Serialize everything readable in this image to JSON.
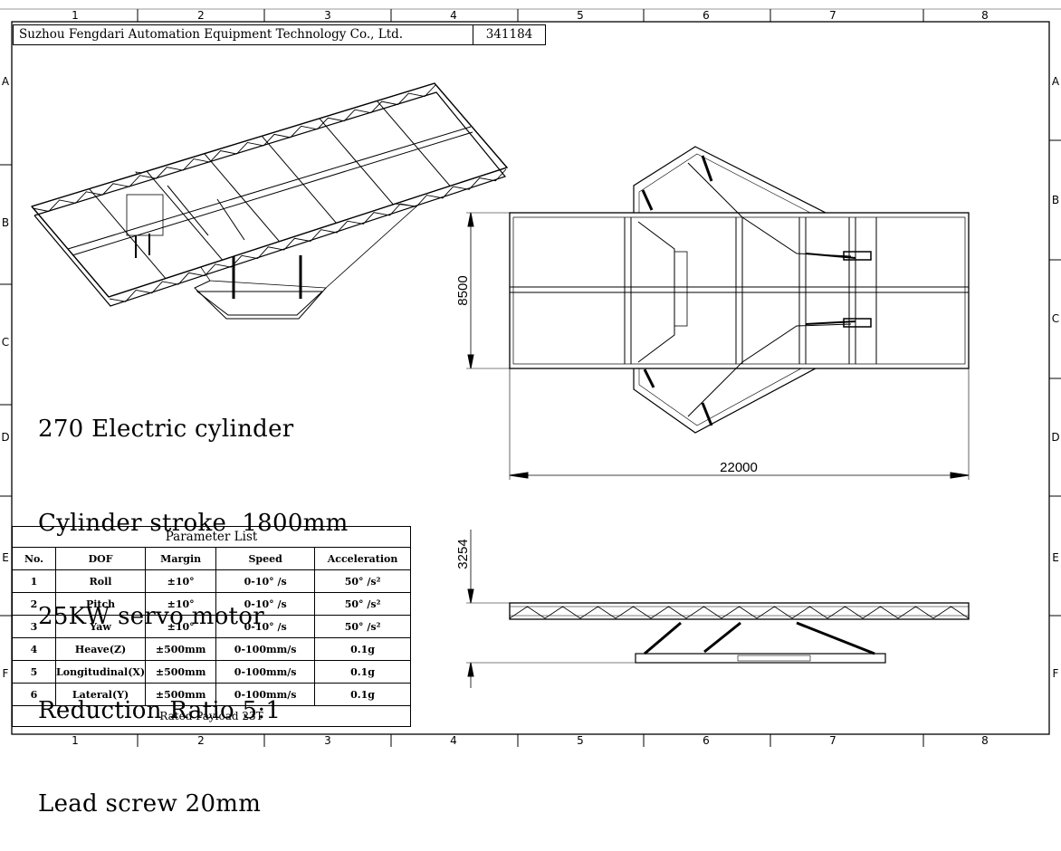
{
  "title_block": {
    "company": "Suzhou Fengdari Automation Equipment Technology Co., Ltd.",
    "drawing_number": "341184"
  },
  "grid": {
    "columns": [
      "1",
      "2",
      "3",
      "4",
      "5",
      "6",
      "7",
      "8"
    ],
    "rows": [
      "A",
      "B",
      "C",
      "D",
      "E",
      "F"
    ]
  },
  "specs": [
    "270 Electric cylinder",
    "Cylinder stroke  1800mm",
    "25KW servo motor",
    "Reduction Ratio 5:1",
    "Lead screw 20mm"
  ],
  "dimensions": {
    "width": "22000",
    "depth": "8500",
    "height": "3254"
  },
  "parameter_table": {
    "title": "Parameter List",
    "headers": [
      "No.",
      "DOF",
      "Margin",
      "Speed",
      "Acceleration"
    ],
    "rows": [
      [
        "1",
        "Roll",
        "±10°",
        "0-10° /s",
        "50° /s²"
      ],
      [
        "2",
        "Pitch",
        "±10°",
        "0-10° /s",
        "50° /s²"
      ],
      [
        "3",
        "Yaw",
        "±10°",
        "0-10° /s",
        "50° /s²"
      ],
      [
        "4",
        "Heave(Z)",
        "±500mm",
        "0-100mm/s",
        "0.1g"
      ],
      [
        "5",
        "Longitudinal(X)",
        "±500mm",
        "0-100mm/s",
        "0.1g"
      ],
      [
        "6",
        "Lateral(Y)",
        "±500mm",
        "0-100mm/s",
        "0.1g"
      ]
    ],
    "footer": "Rated Payload 23T"
  }
}
